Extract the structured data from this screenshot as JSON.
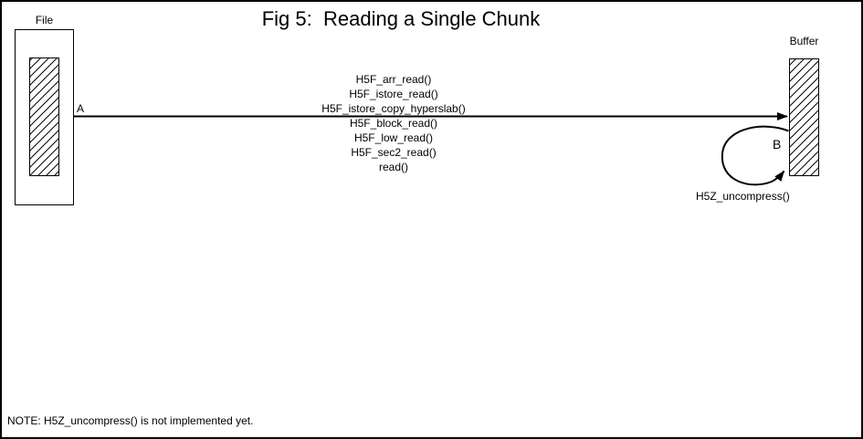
{
  "figure": {
    "title": "Fig 5:  Reading a Single Chunk",
    "file": {
      "label": "File"
    },
    "buffer": {
      "label": "Buffer"
    },
    "read_arrow": {
      "start_label": "A",
      "call_stack": [
        "H5F_arr_read()",
        "H5F_istore_read()",
        "H5F_istore_copy_hyperslab()",
        "H5F_block_read()",
        "H5F_low_read()",
        "H5F_sec2_read()",
        "read()"
      ]
    },
    "uncompress_loop": {
      "label": "B",
      "function": "H5Z_uncompress()"
    },
    "note": "NOTE: H5Z_uncompress() is not implemented yet.",
    "colors": {
      "ink": "#000000",
      "background": "#ffffff"
    }
  }
}
